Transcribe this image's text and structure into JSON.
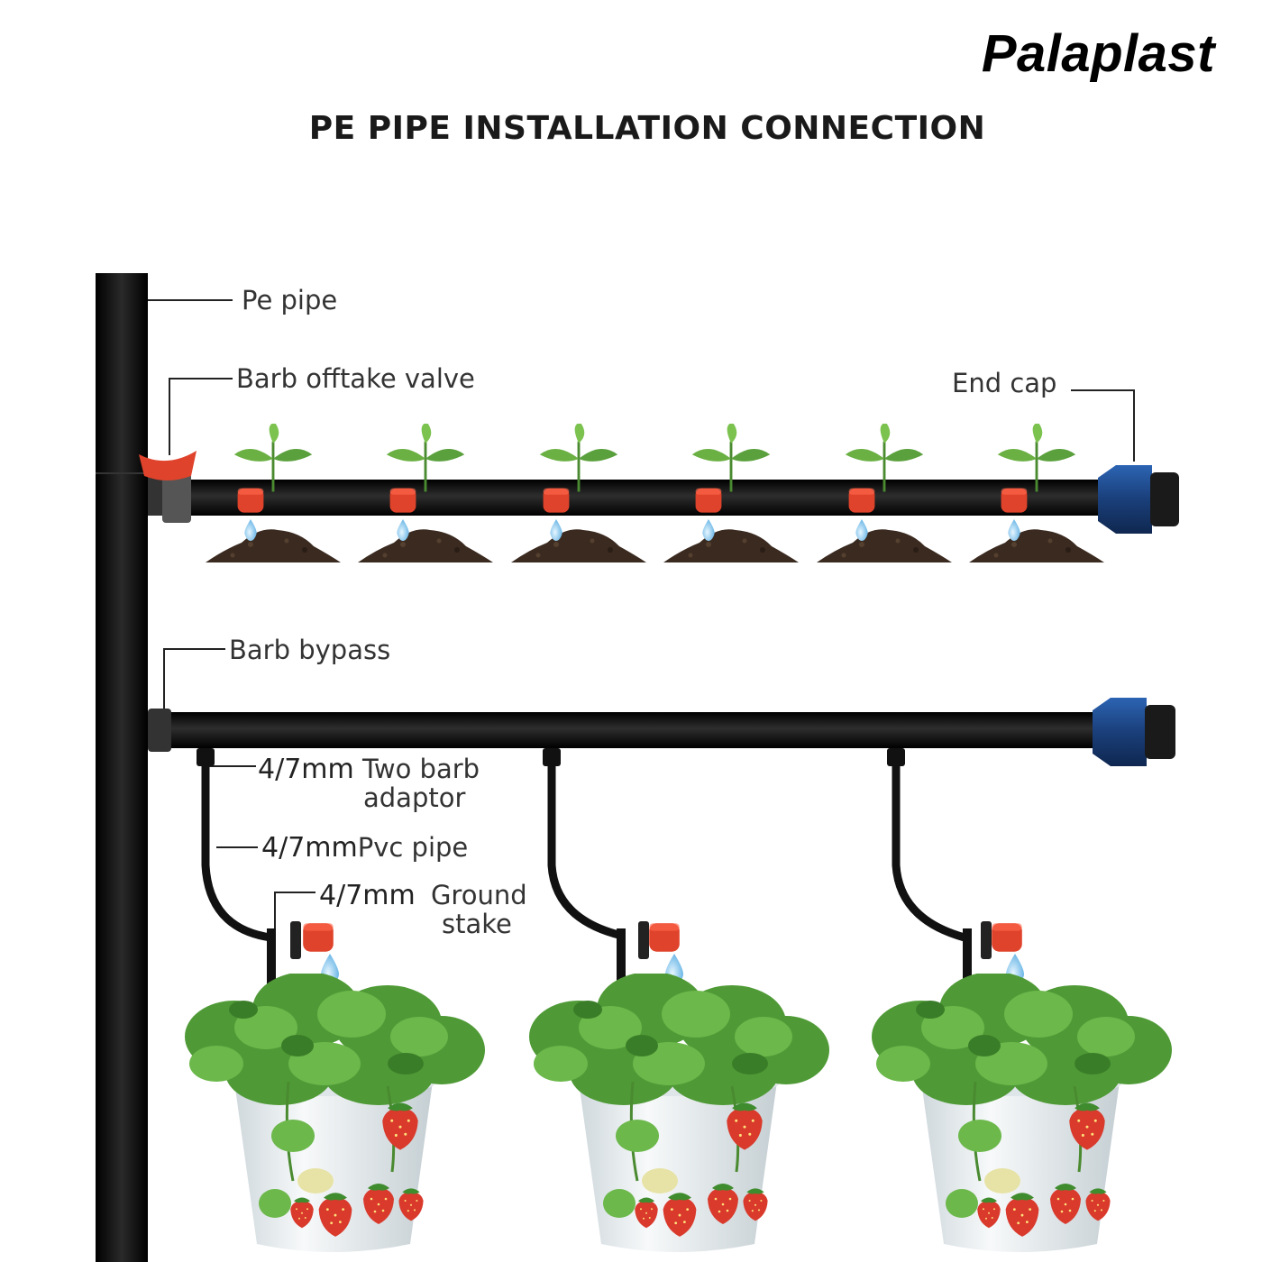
{
  "brand": "Palaplast",
  "title": "PE PIPE INSTALLATION CONNECTION",
  "labels": {
    "pe_pipe": "Pe pipe",
    "barb_offtake_valve": "Barb offtake valve",
    "end_cap": "End cap",
    "barb_bypass": "Barb bypass",
    "two_barb_size": "4/7mm",
    "two_barb_line1": "Two barb",
    "two_barb_line2": "adaptor",
    "pvc_size": "4/7mm",
    "pvc_text": "Pvc pipe",
    "stake_size": "4/7mm",
    "stake_line1": "Ground",
    "stake_line2": "stake"
  },
  "colors": {
    "pipe": "#111111",
    "valve_red": "#e0432b",
    "cap_blue": "#1f4f93",
    "soil": "#3a2a20",
    "leaf": "#5aa03c",
    "water": "#8ccbf0",
    "pot": "#e9eef0",
    "strawberry": "#d93a2c"
  },
  "icons": [
    "seedling-icon",
    "water-drop-icon",
    "strawberry-icon",
    "hanging-pot-icon"
  ]
}
